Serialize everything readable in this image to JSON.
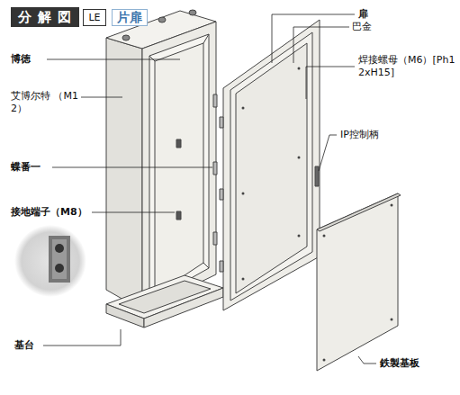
{
  "diagram": {
    "title": "分 解 図",
    "nodes": [
      {
        "text": [
          "LE"
        ]
      },
      {
        "text": [
          "片扉"
        ]
      }
    ],
    "labels": [
      "博徳",
      "艾博尔特 （M12）",
      "蝶番一",
      "接地端子（M8）",
      "基台",
      "扉",
      "巴金",
      "焊接螺母（M6）[Ph12xH15]",
      "IP控制柄",
      "鉄製基板"
    ]
  }
}
